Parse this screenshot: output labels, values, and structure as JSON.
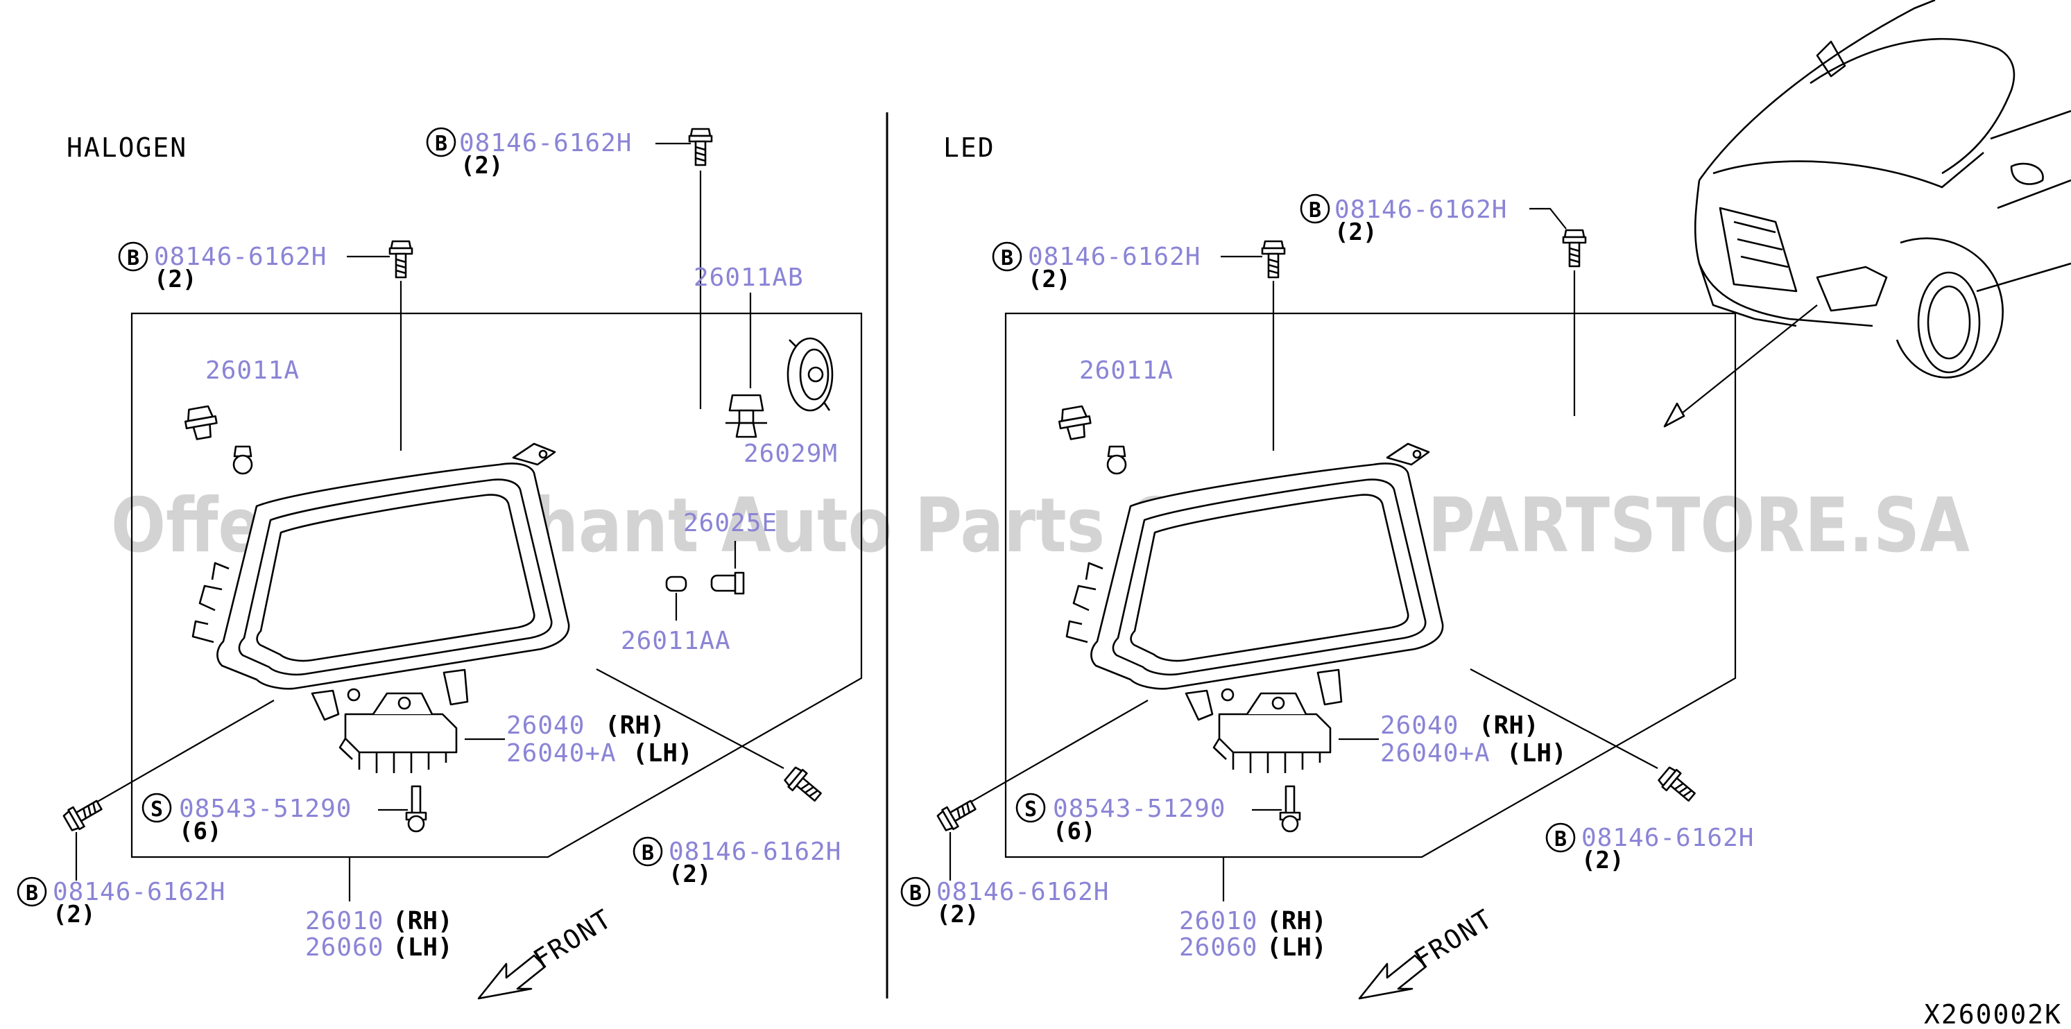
{
  "sections": {
    "left": "HALOGEN",
    "right": "LED"
  },
  "watermark": "Offers Merchant Auto Parts Catalog PARTSTORE.SA",
  "diagram_code": "X260002K",
  "front": "FRONT",
  "badges": {
    "b": "B",
    "s": "S"
  },
  "left": {
    "bolt_top_pn": "08146-6162H",
    "bolt_top_qty": "(2)",
    "bolt_ul_pn": "08146-6162H",
    "bolt_ul_qty": "(2)",
    "bolt_bl_pn": "08146-6162H",
    "bolt_bl_qty": "(2)",
    "bolt_br_pn": "08146-6162H",
    "bolt_br_qty": "(2)",
    "bulb_a": "26011A",
    "bulb_ab": "26011AB",
    "socket_cap": "26029M",
    "bulb_e": "26025E",
    "bulb_aa": "26011AA",
    "bracket_rh": "26040",
    "bracket_rh_tag": "(RH)",
    "bracket_lh": "26040+A",
    "bracket_lh_tag": "(LH)",
    "screw_pn": "08543-51290",
    "screw_qty": "(6)",
    "lamp_rh": "26010",
    "lamp_rh_tag": "(RH)",
    "lamp_lh": "26060",
    "lamp_lh_tag": "(LH)"
  },
  "right": {
    "bolt_top_pn": "08146-6162H",
    "bolt_top_qty": "(2)",
    "bolt_ul_pn": "08146-6162H",
    "bolt_ul_qty": "(2)",
    "bolt_bl_pn": "08146-6162H",
    "bolt_bl_qty": "(2)",
    "bolt_br_pn": "08146-6162H",
    "bolt_br_qty": "(2)",
    "bulb_a": "26011A",
    "bracket_rh": "26040",
    "bracket_rh_tag": "(RH)",
    "bracket_lh": "26040+A",
    "bracket_lh_tag": "(LH)",
    "screw_pn": "08543-51290",
    "screw_qty": "(6)",
    "lamp_rh": "26010",
    "lamp_rh_tag": "(RH)",
    "lamp_lh": "26060",
    "lamp_lh_tag": "(LH)"
  }
}
